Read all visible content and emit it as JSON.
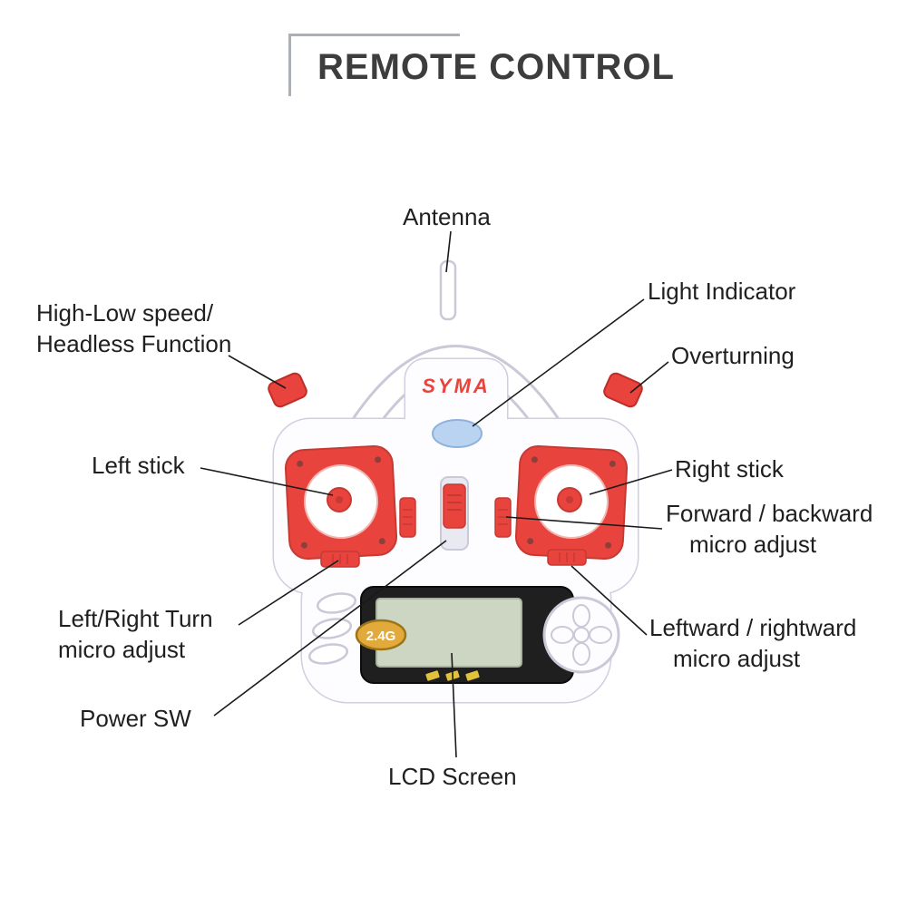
{
  "title": "REMOTE CONTROL",
  "device": {
    "brand": "SYMA",
    "badge": "2.4G"
  },
  "labels": {
    "antenna": "Antenna",
    "light_indicator": "Light Indicator",
    "overturning": "Overturning",
    "high_low": [
      "High-Low speed/",
      "Headless Function"
    ],
    "left_stick": "Left stick",
    "right_stick": "Right stick",
    "forward_backward": [
      "Forward / backward",
      "micro adjust"
    ],
    "left_right_turn": [
      "Left/Right Turn",
      "micro adjust"
    ],
    "leftward_rightward": [
      "Leftward / rightward",
      "micro adjust"
    ],
    "power_sw": "Power SW",
    "lcd_screen": "LCD Screen"
  },
  "colors": {
    "accent_red": "#e8433c",
    "body_white": "#fdfdff",
    "outline_gray": "#cfcfe0",
    "indicator_blue": "#b9d3f0",
    "badge_gold": "#e2a93b",
    "lcd_green": "#cdd6c2",
    "panel_black": "#1f1f1f",
    "title_gray": "#3d3d3d"
  }
}
